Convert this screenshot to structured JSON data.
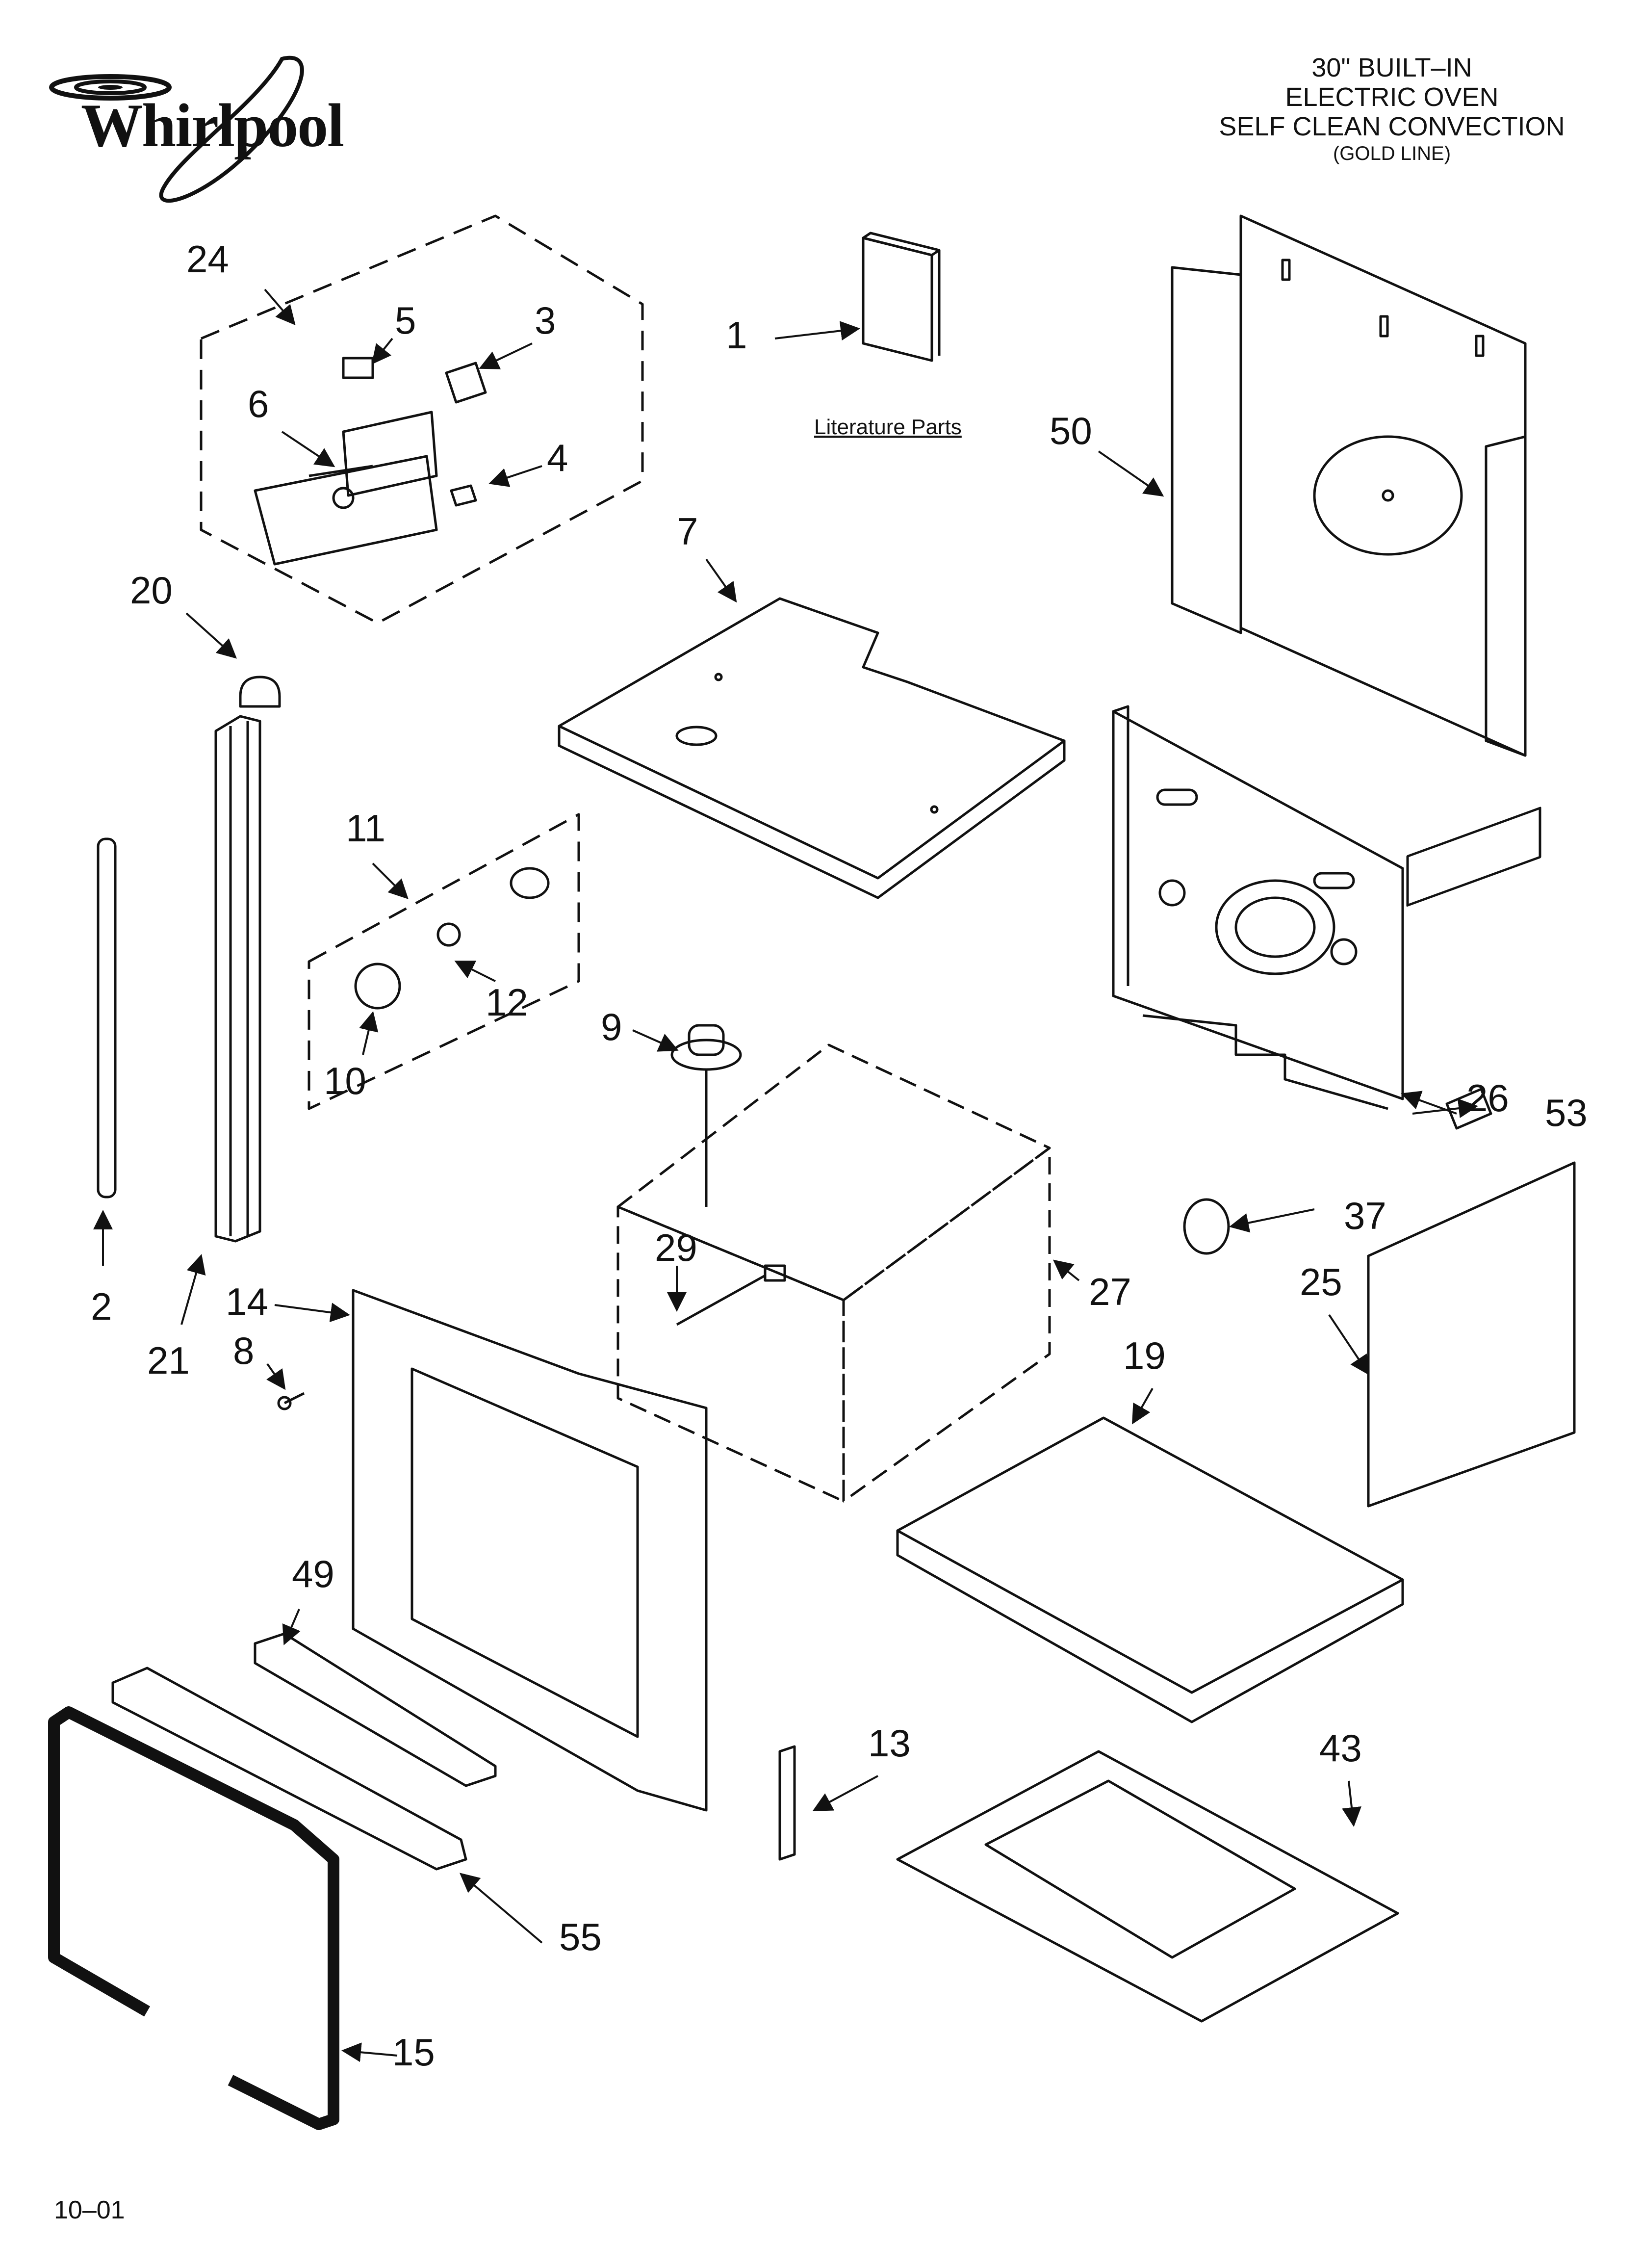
{
  "brand": {
    "name": "Whirlpool"
  },
  "title": {
    "line1": "30\" BUILT–IN",
    "line2": "ELECTRIC OVEN",
    "line3": "SELF CLEAN CONVECTION",
    "line4": "(GOLD LINE)"
  },
  "labels": {
    "literature": "Literature Parts",
    "p1": "1",
    "p2": "2",
    "p3": "3",
    "p4": "4",
    "p5": "5",
    "p6": "6",
    "p7": "7",
    "p8": "8",
    "p9": "9",
    "p10": "10",
    "p11": "11",
    "p12": "12",
    "p13": "13",
    "p14": "14",
    "p15": "15",
    "p19": "19",
    "p20": "20",
    "p21": "21",
    "p24": "24",
    "p25": "25",
    "p26": "26",
    "p27": "27",
    "p29": "29",
    "p37": "37",
    "p43": "43",
    "p49": "49",
    "p50": "50",
    "p53": "53",
    "p55": "55"
  },
  "footer": {
    "code": "10–01"
  }
}
